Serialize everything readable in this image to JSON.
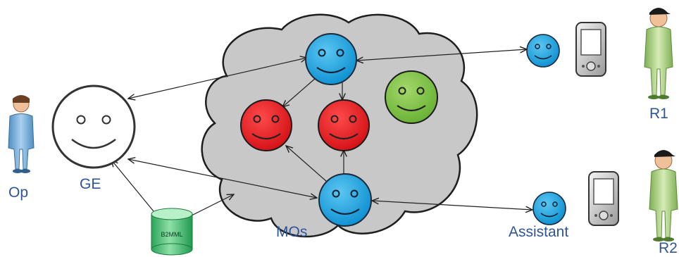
{
  "labels": {
    "operator": "Op",
    "ge": "GE",
    "mos": "MOs",
    "assistant": "Assistant",
    "r1": "R1",
    "r2": "R2",
    "db": "B2MML"
  },
  "colors": {
    "blue_face": "#1ba1e2",
    "red_face": "#e8191c",
    "green_face": "#7cc242",
    "cloud": "#c8c8c8",
    "label_text": "#2f5597",
    "db_green": "#3dbb6b",
    "person_blue": "#7fb3d9",
    "person_green": "#b6d98a"
  }
}
